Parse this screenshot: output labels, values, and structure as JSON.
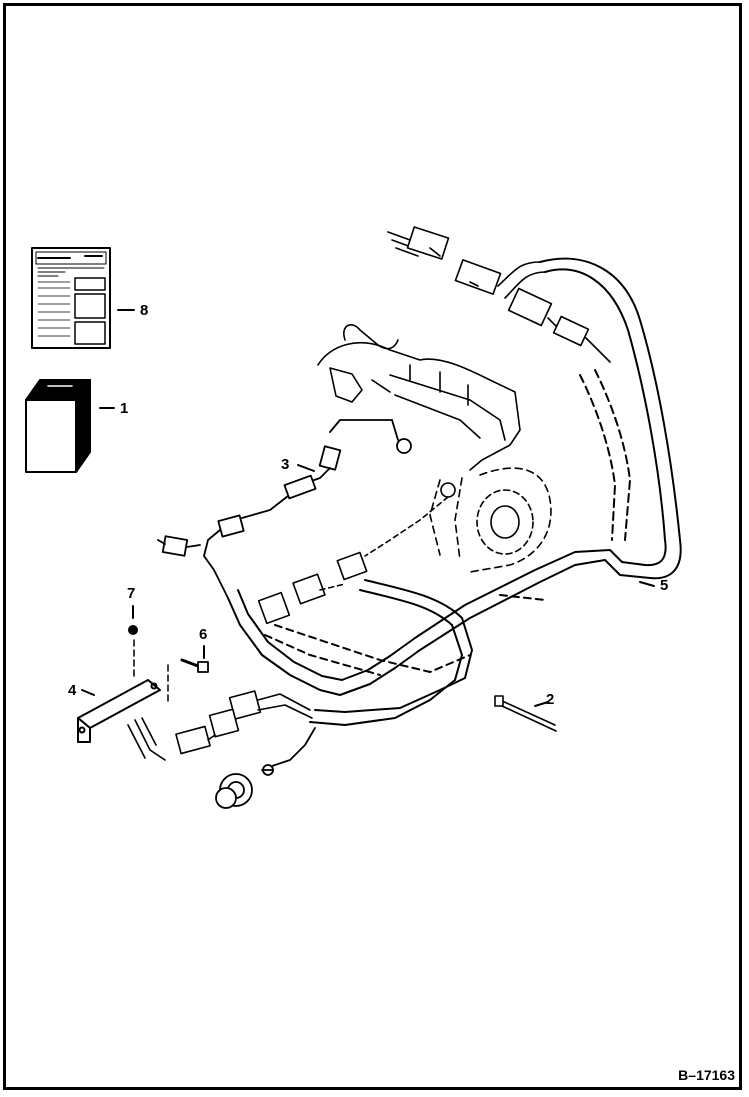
{
  "callouts": {
    "c1": "1",
    "c2": "2",
    "c3": "3",
    "c4": "4",
    "c5": "5",
    "c6": "6",
    "c7": "7",
    "c8": "8"
  },
  "figure_id": "B–17163"
}
